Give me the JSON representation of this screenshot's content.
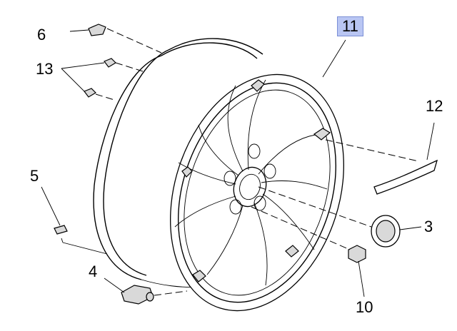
{
  "callouts": {
    "c6": "6",
    "c13": "13",
    "c11": "11",
    "c12": "12",
    "c5": "5",
    "c3": "3",
    "c4": "4",
    "c10": "10"
  },
  "colors": {
    "highlight": "#b9c6f3",
    "ink": "#000000"
  },
  "highlighted_callout": "11"
}
